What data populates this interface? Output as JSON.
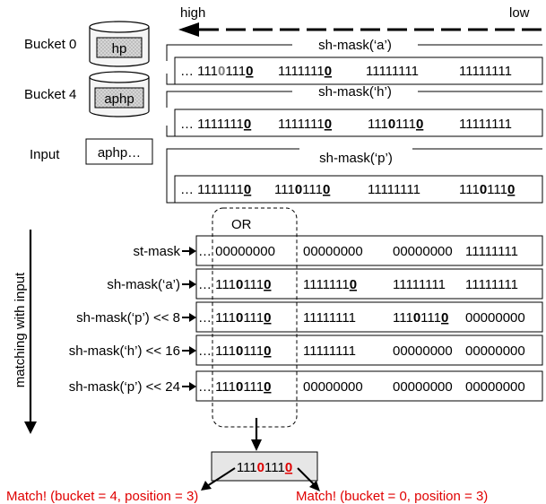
{
  "direction": {
    "high": "high",
    "low": "low"
  },
  "buckets": [
    {
      "label": "Bucket 0",
      "content": "hp"
    },
    {
      "label": "Bucket 4",
      "content": "aphp"
    }
  ],
  "input": {
    "label": "Input",
    "value": "aphp…"
  },
  "sh_masks": [
    {
      "title": "sh-mask(‘a’)",
      "bytes": [
        {
          "prefix": "… ",
          "parts": [
            [
              "111",
              ""
            ],
            [
              "0",
              "g"
            ],
            [
              "111",
              ""
            ],
            [
              "0",
              "bu"
            ]
          ]
        },
        {
          "parts": [
            [
              "1111111",
              ""
            ],
            [
              "0",
              "bu"
            ]
          ]
        },
        {
          "parts": [
            [
              "11111111",
              ""
            ]
          ]
        },
        {
          "parts": [
            [
              "11111111",
              ""
            ]
          ]
        }
      ]
    },
    {
      "title": "sh-mask(‘h’)",
      "bytes": [
        {
          "prefix": "… ",
          "parts": [
            [
              "1111111",
              ""
            ],
            [
              "0",
              "bu"
            ]
          ]
        },
        {
          "parts": [
            [
              "1111111",
              ""
            ],
            [
              "0",
              "bu"
            ]
          ]
        },
        {
          "parts": [
            [
              "111",
              ""
            ],
            [
              "0",
              "b"
            ],
            [
              "111",
              ""
            ],
            [
              "0",
              "bu"
            ]
          ]
        },
        {
          "parts": [
            [
              "11111111",
              ""
            ]
          ]
        }
      ]
    },
    {
      "title": "sh-mask(‘p’)",
      "bytes": [
        {
          "prefix": "… ",
          "parts": [
            [
              "1111111",
              ""
            ],
            [
              "0",
              "bu"
            ]
          ]
        },
        {
          "parts": [
            [
              "111",
              ""
            ],
            [
              "0",
              "b"
            ],
            [
              "111",
              ""
            ],
            [
              "0",
              "bu"
            ]
          ]
        },
        {
          "parts": [
            [
              "11111111",
              ""
            ]
          ]
        },
        {
          "parts": [
            [
              "111",
              ""
            ],
            [
              "0",
              "b"
            ],
            [
              "111",
              ""
            ],
            [
              "0",
              "bu"
            ]
          ]
        }
      ]
    }
  ],
  "matching_label": "matching with input",
  "or_label": "OR",
  "rows": [
    {
      "label": "st-mask",
      "bytes": [
        {
          "prefix": "… ",
          "parts": [
            [
              "00000000",
              ""
            ]
          ]
        },
        {
          "parts": [
            [
              "00000000",
              ""
            ]
          ]
        },
        {
          "parts": [
            [
              "00000000",
              ""
            ]
          ]
        },
        {
          "parts": [
            [
              "11111111",
              ""
            ]
          ]
        }
      ]
    },
    {
      "label": "sh-mask(‘a’)",
      "bytes": [
        {
          "prefix": "… ",
          "parts": [
            [
              "111",
              ""
            ],
            [
              "0",
              "b"
            ],
            [
              "111",
              ""
            ],
            [
              "0",
              "bu"
            ]
          ]
        },
        {
          "parts": [
            [
              "1111111",
              ""
            ],
            [
              "0",
              "bu"
            ]
          ]
        },
        {
          "parts": [
            [
              "11111111",
              ""
            ]
          ]
        },
        {
          "parts": [
            [
              "11111111",
              ""
            ]
          ]
        }
      ]
    },
    {
      "label": "sh-mask(‘p’) << 8",
      "bytes": [
        {
          "prefix": "… ",
          "parts": [
            [
              "111",
              ""
            ],
            [
              "0",
              "b"
            ],
            [
              "111",
              ""
            ],
            [
              "0",
              "bu"
            ]
          ]
        },
        {
          "parts": [
            [
              "11111111",
              ""
            ]
          ]
        },
        {
          "parts": [
            [
              "111",
              ""
            ],
            [
              "0",
              "b"
            ],
            [
              "111",
              ""
            ],
            [
              "0",
              "bu"
            ]
          ]
        },
        {
          "parts": [
            [
              "00000000",
              ""
            ]
          ]
        }
      ]
    },
    {
      "label": "sh-mask(‘h’) << 16",
      "bytes": [
        {
          "prefix": "… ",
          "parts": [
            [
              "111",
              ""
            ],
            [
              "0",
              "b"
            ],
            [
              "111",
              ""
            ],
            [
              "0",
              "bu"
            ]
          ]
        },
        {
          "parts": [
            [
              "11111111",
              ""
            ]
          ]
        },
        {
          "parts": [
            [
              "00000000",
              ""
            ]
          ]
        },
        {
          "parts": [
            [
              "00000000",
              ""
            ]
          ]
        }
      ]
    },
    {
      "label": "sh-mask(‘p’) << 24",
      "bytes": [
        {
          "prefix": "… ",
          "parts": [
            [
              "111",
              ""
            ],
            [
              "0",
              "b"
            ],
            [
              "111",
              ""
            ],
            [
              "0",
              "bu"
            ]
          ]
        },
        {
          "parts": [
            [
              "00000000",
              ""
            ]
          ]
        },
        {
          "parts": [
            [
              "00000000",
              ""
            ]
          ]
        },
        {
          "parts": [
            [
              "00000000",
              ""
            ]
          ]
        }
      ]
    }
  ],
  "result": {
    "parts": [
      [
        "111",
        ""
      ],
      [
        "0",
        "br"
      ],
      [
        "111",
        ""
      ],
      [
        "0",
        "bur"
      ]
    ]
  },
  "matches": [
    "Match! (bucket = 4, position = 3)",
    "Match! (bucket = 0, position = 3)"
  ],
  "colors": {
    "match_text": "#e00000",
    "result_box": "#e6e6e6",
    "bucket_fill": "#d0d0d0"
  }
}
